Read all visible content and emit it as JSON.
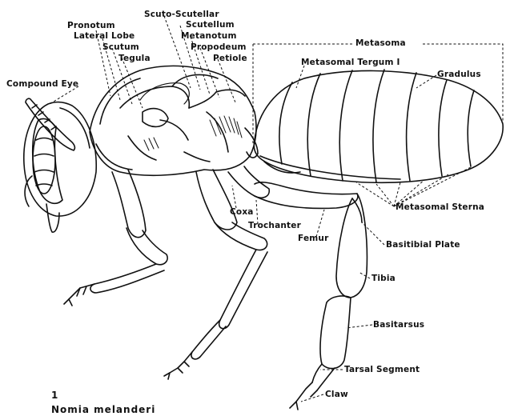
{
  "figure": {
    "number": "1",
    "species": "Nomia melanderi"
  },
  "labels": {
    "compound_eye": "Compound Eye",
    "pronotum": "Pronotum",
    "lateral_lobe": "Lateral Lobe",
    "scutum": "Scutum",
    "tegula": "Tegula",
    "scuto_scutellar": "Scuto-Scutellar",
    "scutellum": "Scutellum",
    "metanotum": "Metanotum",
    "propodeum": "Propodeum",
    "petiole": "Petiole",
    "metasoma": "Metasoma",
    "metasomal_tergum": "Metasomal Tergum I",
    "gradulus": "Gradulus",
    "metasomal_sterna": "Metasomal Sterna",
    "coxa": "Coxa",
    "trochanter": "Trochanter",
    "femur": "Femur",
    "basitibial_plate": "Basitibial Plate",
    "tibia": "Tibia",
    "basitarsus": "Basitarsus",
    "tarsal_segment": "Tarsal Segment",
    "claw": "Claw"
  }
}
